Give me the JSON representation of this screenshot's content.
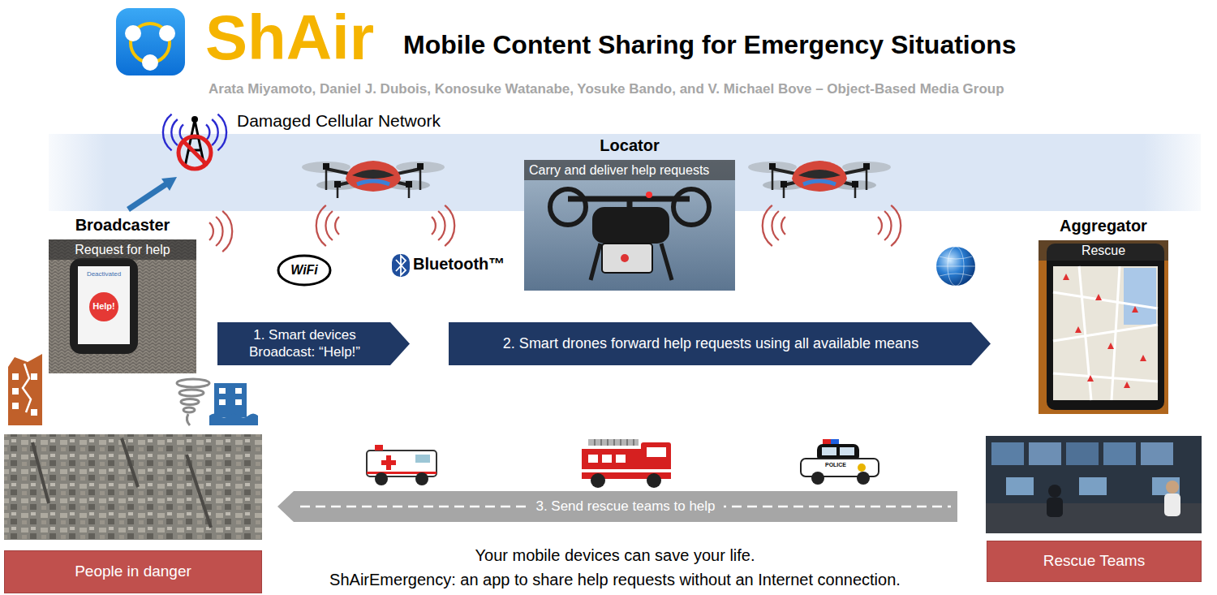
{
  "diagram": {
    "title": "Mobile Content Sharing for Emergency Situations",
    "nodes": [
      {
        "text": [
          "Broadcaster",
          "Request for help"
        ]
      },
      {
        "text": [
          "Locator",
          "Carry and deliver help requests"
        ]
      },
      {
        "text": [
          "Aggregator",
          "Rescue"
        ]
      },
      {
        "text": [
          "1. Smart devices Broadcast: “Help!”"
        ]
      },
      {
        "text": [
          "2. Smart drones forward help requests using all available means"
        ]
      },
      {
        "text": [
          "3. Send rescue teams to help"
        ]
      },
      {
        "text": [
          "People in danger"
        ]
      },
      {
        "text": [
          "Rescue Teams"
        ]
      }
    ],
    "labels": [
      "ShAir",
      "Arata Miyamoto, Daniel J. Dubois, Konosuke Watanabe, Yosuke Bando, and V. Michael Bove – Object-Based Media Group",
      "Damaged Cellular Network",
      "WiFi",
      "Bluetooth™",
      "Deactivated",
      "Help!",
      "POLICE",
      "Your mobile devices can save your life.",
      "ShAirEmergency: an app to share help requests without an Internet connection."
    ]
  }
}
